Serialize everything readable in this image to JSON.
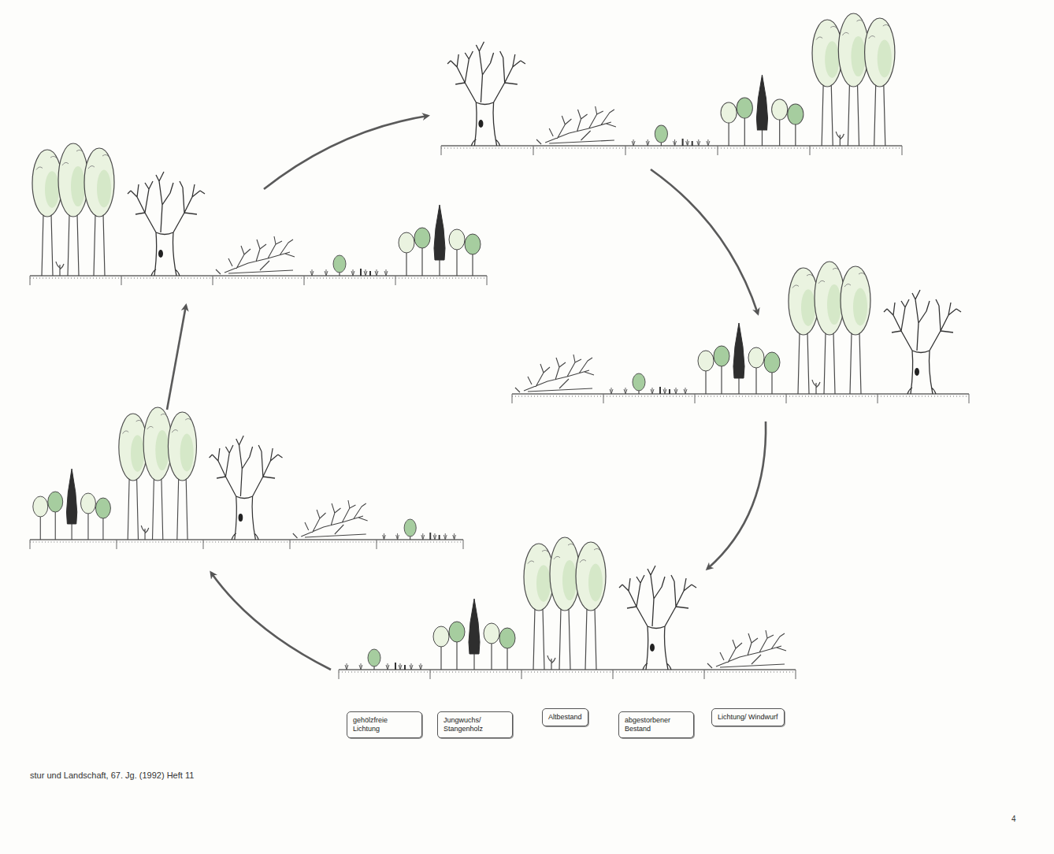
{
  "diagram": {
    "caption": "stur und Landschaft, 67. Jg. (1992) Heft 11",
    "nodes": [
      {
        "text": [
          "gehölzfreie Lichtung"
        ]
      },
      {
        "text": [
          "Jungwuchs/ Stangenholz"
        ]
      },
      {
        "text": [
          "Altbestand"
        ]
      },
      {
        "text": [
          "abgestorbener Bestand"
        ]
      },
      {
        "text": [
          "Lichtung/ Windwurf"
        ]
      }
    ],
    "labels": [
      "4"
    ]
  }
}
